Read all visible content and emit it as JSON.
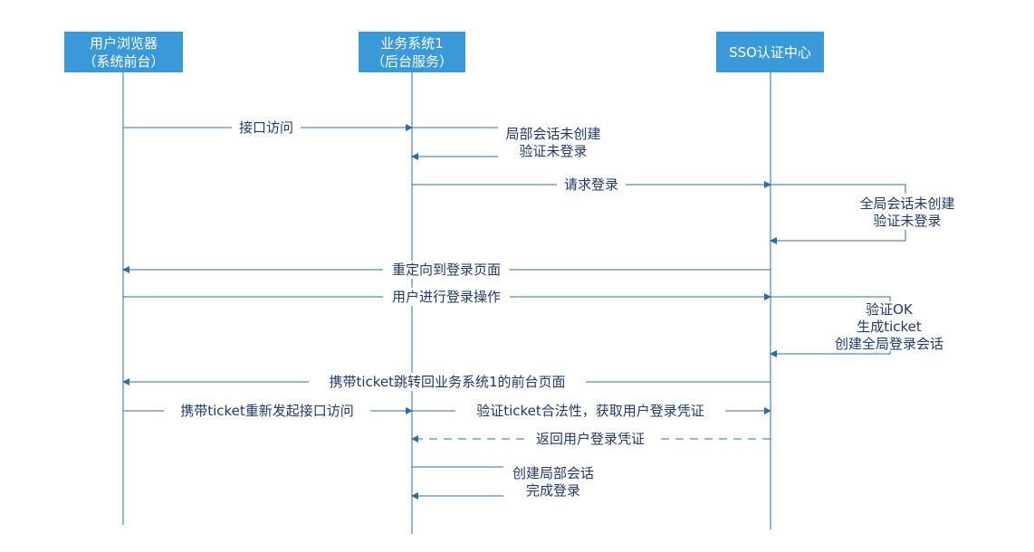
{
  "actors": [
    {
      "id": "browser",
      "lines": [
        "用户浏览器",
        "（系统前台）"
      ]
    },
    {
      "id": "app",
      "lines": [
        "业务系统1",
        "（后台服务）"
      ]
    },
    {
      "id": "sso",
      "lines": [
        "SSO认证中心"
      ]
    }
  ],
  "messages": [
    {
      "id": "api-access",
      "lines": [
        "接口访问"
      ]
    },
    {
      "id": "local-check",
      "lines": [
        "局部会话未创建",
        "验证未登录"
      ]
    },
    {
      "id": "request-login",
      "lines": [
        "请求登录"
      ]
    },
    {
      "id": "global-check",
      "lines": [
        "全局会话未创建",
        "验证未登录"
      ]
    },
    {
      "id": "redirect-login",
      "lines": [
        "重定向到登录页面"
      ]
    },
    {
      "id": "user-login",
      "lines": [
        "用户进行登录操作"
      ]
    },
    {
      "id": "verify-ok",
      "lines": [
        "验证OK",
        "生成ticket",
        "创建全局登录会话"
      ]
    },
    {
      "id": "redirect-back",
      "lines": [
        "携带ticket跳转回业务系统1的前台页面"
      ]
    },
    {
      "id": "reinitiate",
      "lines": [
        "携带ticket重新发起接口访问"
      ]
    },
    {
      "id": "validate-ticket",
      "lines": [
        "验证ticket合法性，获取用户登录凭证"
      ]
    },
    {
      "id": "return-credential",
      "lines": [
        "返回用户登录凭证"
      ]
    },
    {
      "id": "create-local",
      "lines": [
        "创建局部会话",
        "完成登录"
      ]
    }
  ]
}
